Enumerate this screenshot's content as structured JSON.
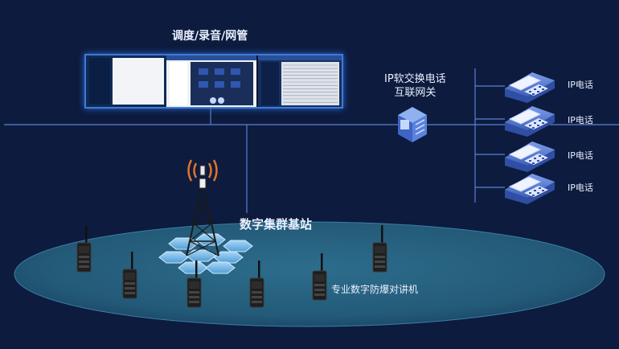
{
  "top_title": "调度/录音/网管",
  "gateway": {
    "line1": "IP软交换电话",
    "line2": "互联网关"
  },
  "base_station": "数字集群基站",
  "radios_label": "专业数字防爆对讲机",
  "phones": [
    "IP电话",
    "IP电话",
    "IP电话",
    "IP电话"
  ],
  "icons": [
    "dispatch-console-screens",
    "gateway-server-icon",
    "ip-phone-icon",
    "radio-tower-icon",
    "walkie-talkie-icon",
    "hexagon-coverage-icon"
  ],
  "colors": {
    "background": "#0d1b3e",
    "line": "#5b7fd6",
    "ellipse": "#2a6a88",
    "accent": "#e0742a"
  }
}
